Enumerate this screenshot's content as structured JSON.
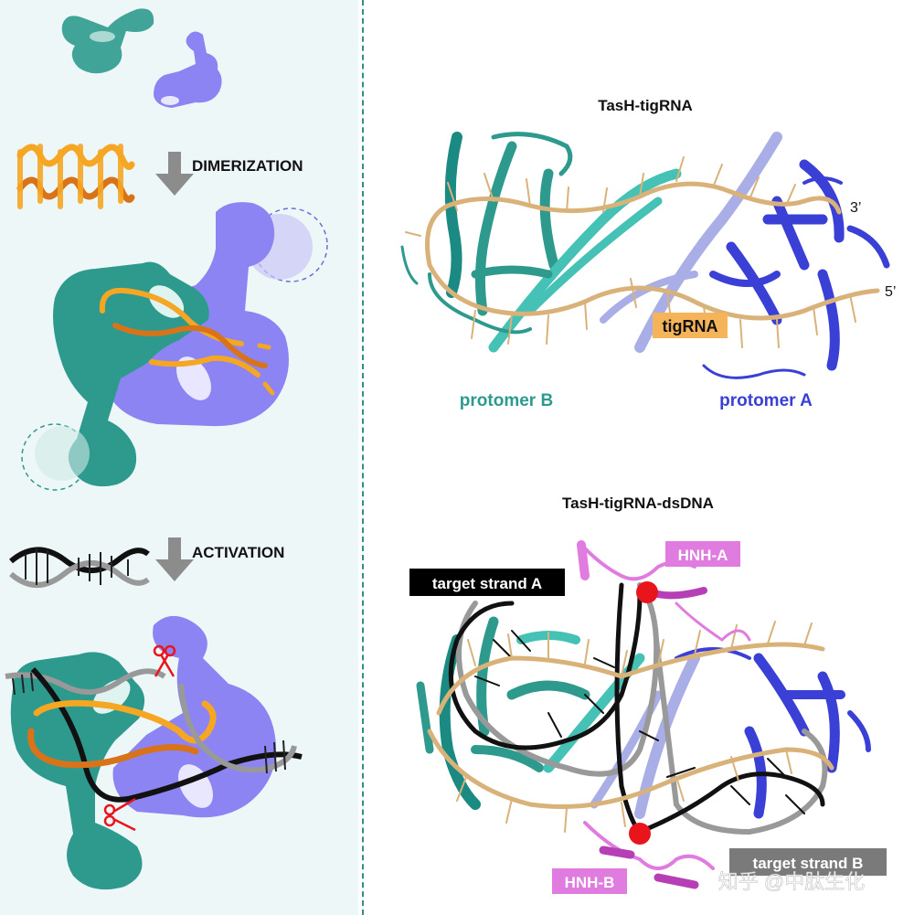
{
  "left": {
    "step1_label": "DIMERIZATION",
    "step2_label": "ACTIVATION"
  },
  "top_panel": {
    "title": "TasH-tigRNA",
    "tigrna_label": "tigRNA",
    "end3_label": "3’",
    "end5_label": "5’",
    "protomer_b_label": "protomer B",
    "protomer_a_label": "protomer A"
  },
  "bottom_panel": {
    "title": "TasH-tigRNA-dsDNA",
    "target_strand_a_label": "target strand A",
    "target_strand_b_label": "target strand B",
    "hnh_a_label": "HNH-A",
    "hnh_b_label": "HNH-B"
  },
  "watermark": "知乎 @中肽生化",
  "colors": {
    "teal": "#2e9a8e",
    "teal_light": "#45c2b5",
    "purple": "#8c84f2",
    "blue": "#3a3fd6",
    "lavender": "#a9aee6",
    "rna_tan": "#d9b27a",
    "orange": "#f5a623",
    "dark_orange": "#d9731a",
    "magenta": "#e07be0",
    "red": "#e8161c",
    "arrow_gray": "#8c8c8c"
  }
}
